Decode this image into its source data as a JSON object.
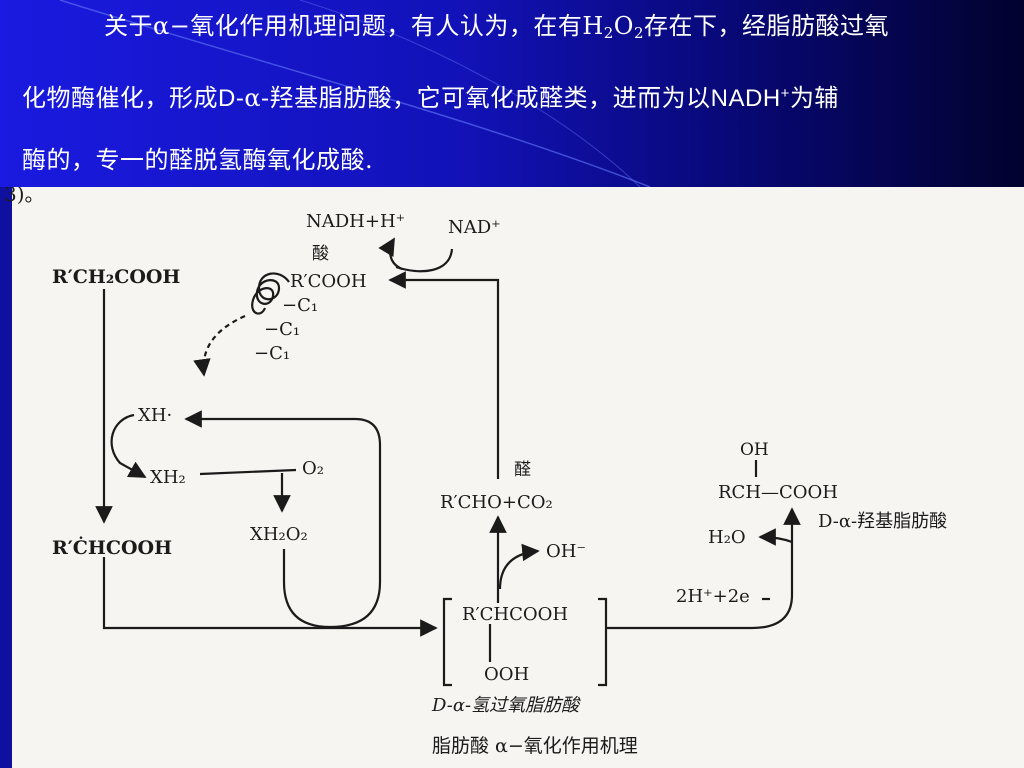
{
  "banner": {
    "line1_a": "关于α−氧化作用机理问题，有人认为，在有H",
    "line1_sub1": "2",
    "line1_mid": "O",
    "line1_sub2": "2",
    "line1_b": "存在下，经脂肪酸过氧",
    "line2_a": "化物酶催化，形成",
    "line2_d": "D-",
    "line2_alpha": "α",
    "line2_b": "-羟基脂肪酸，它可氧化成醛类，进而为以",
    "line2_nadh": "NADH",
    "line2_plus": "+",
    "line2_c": "为辅",
    "line3": "酶的，专一的醛脱氢酶氧化成酸."
  },
  "scan": {
    "corner_fragment": "3)。"
  },
  "diagram": {
    "substrate": "R′CH₂COOH",
    "radical": "R′ĊHCOOH",
    "xh_radical": "XH·",
    "xh2": "XH₂",
    "o2": "O₂",
    "xh2o2": "XH₂O₂",
    "cofactor_reduced": "NADH+H⁺",
    "cofactor_oxidized": "NAD⁺",
    "acid_label": "酸",
    "acid": "R′COOH",
    "c1_a": "−C₁",
    "c1_b": "−C₁",
    "c1_c": "−C₁",
    "aldehyde_label": "醛",
    "aldehyde": "R′CHO+CO₂",
    "hydroxide": "OH⁻",
    "peroxide_top": "R′CHCOOH",
    "peroxide_bottom": "OOH",
    "peroxide_name": "D-α-氢过氧脂肪酸",
    "electrons": "2H⁺+2e",
    "water": "H₂O",
    "hydroxy_oh": "OH",
    "hydroxy_chain": "RCH—COOH",
    "hydroxy_name": "D-α-羟基脂肪酸",
    "caption": "脂肪酸 α−氧化作用机理"
  }
}
